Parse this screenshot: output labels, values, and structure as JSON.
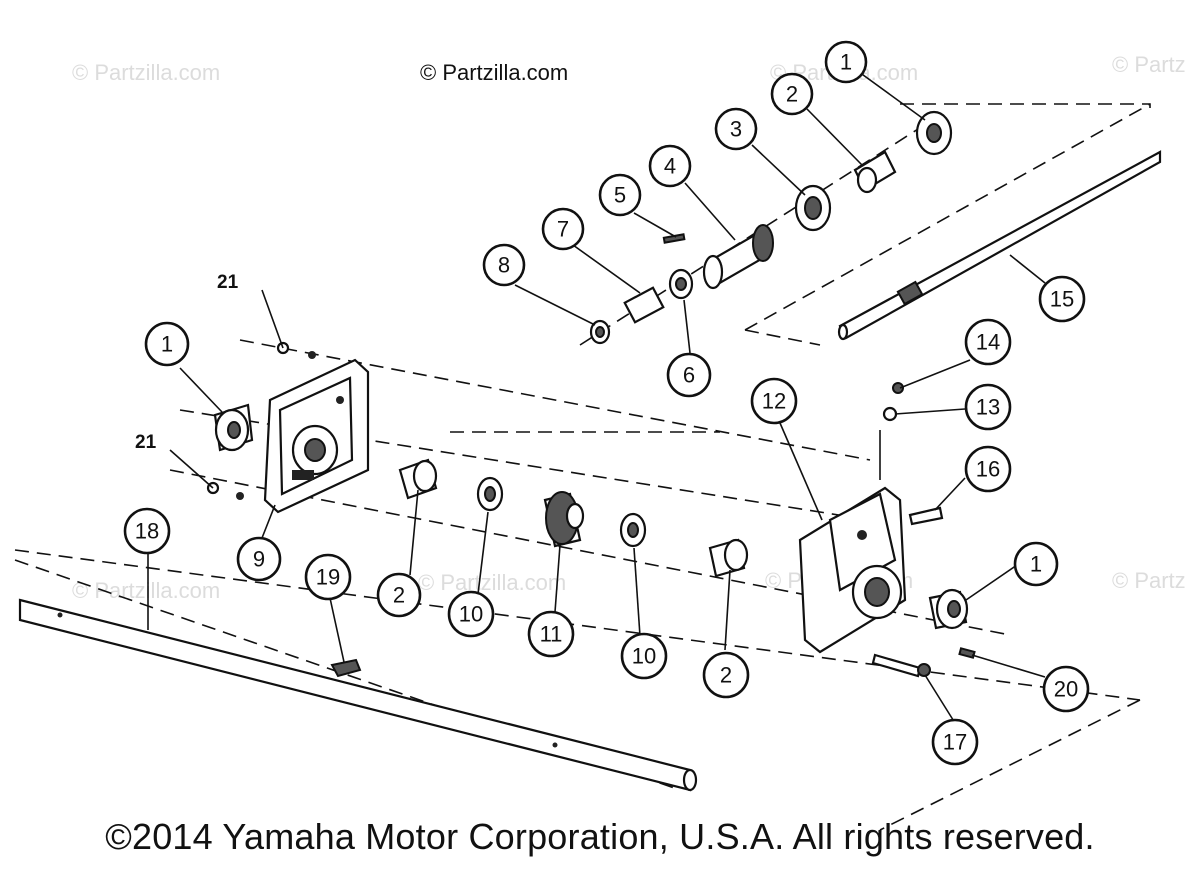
{
  "watermarks": {
    "top": "© Partzilla.com",
    "faint": "© Partzilla.com",
    "faint_cut": "© Partz"
  },
  "callouts": [
    {
      "label": "1"
    },
    {
      "label": "2"
    },
    {
      "label": "3"
    },
    {
      "label": "4"
    },
    {
      "label": "5"
    },
    {
      "label": "7"
    },
    {
      "label": "8"
    },
    {
      "label": "6"
    },
    {
      "label": "15"
    },
    {
      "label": "21"
    },
    {
      "label": "1"
    },
    {
      "label": "21"
    },
    {
      "label": "9"
    },
    {
      "label": "14"
    },
    {
      "label": "12"
    },
    {
      "label": "13"
    },
    {
      "label": "16"
    },
    {
      "label": "18"
    },
    {
      "label": "19"
    },
    {
      "label": "2"
    },
    {
      "label": "10"
    },
    {
      "label": "11"
    },
    {
      "label": "10"
    },
    {
      "label": "2"
    },
    {
      "label": "1"
    },
    {
      "label": "20"
    },
    {
      "label": "17"
    }
  ],
  "copyright": "©2014 Yamaha Motor Corporation, U.S.A. All rights reserved."
}
